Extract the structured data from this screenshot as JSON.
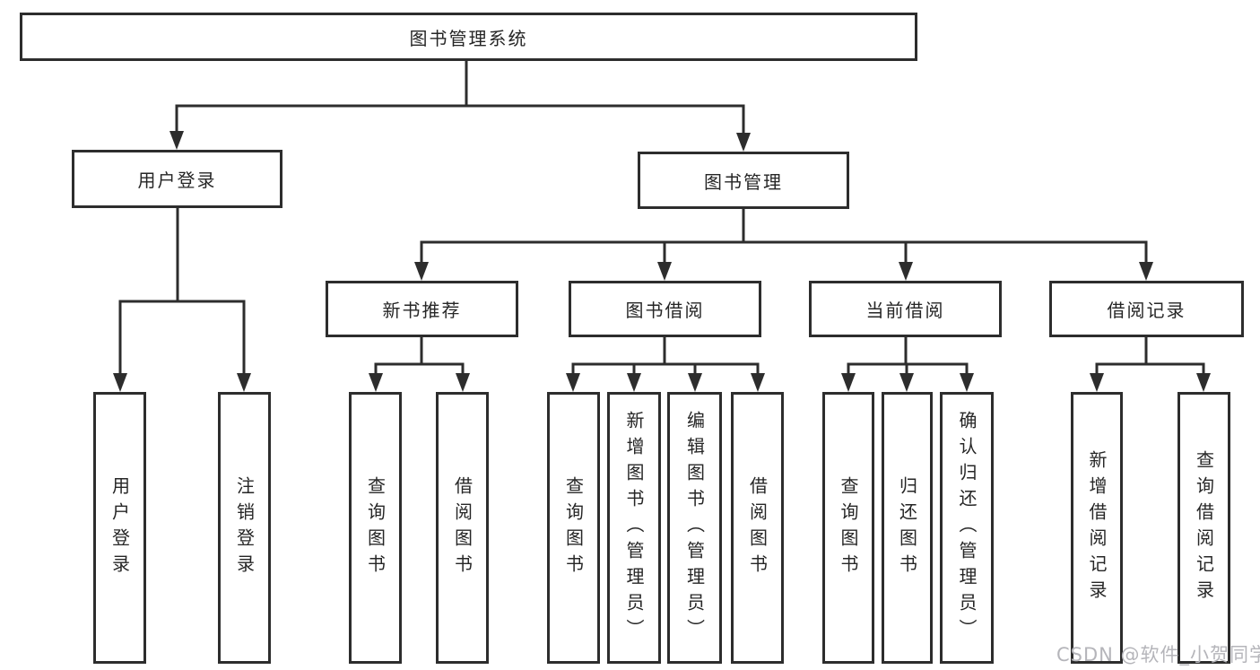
{
  "diagram": {
    "root": {
      "label": "图书管理系统"
    },
    "level2": [
      {
        "label": "用户登录"
      },
      {
        "label": "图书管理"
      }
    ],
    "level3": [
      {
        "label": "新书推荐"
      },
      {
        "label": "图书借阅"
      },
      {
        "label": "当前借阅"
      },
      {
        "label": "借阅记录"
      }
    ],
    "leaves": {
      "user_login": [
        "用户登录",
        "注销登录"
      ],
      "new_books": [
        "查询图书",
        "借阅图书"
      ],
      "book_borrow": [
        "查询图书",
        "新增图书（管理员）",
        "编辑图书（管理员）",
        "借阅图书"
      ],
      "current_borrow": [
        "查询图书",
        "归还图书",
        "确认归还（管理员）"
      ],
      "borrow_records": [
        "新增借阅记录",
        "查询借阅记录"
      ]
    },
    "watermark": "CSDN @软件_小贺同学",
    "colors": {
      "line": "#2d2d2d",
      "box_border": "#2d2d2d",
      "box_bg": "#ffffff",
      "text": "#262626",
      "watermark": "#b5b5ba",
      "background": "#ffffff"
    }
  }
}
